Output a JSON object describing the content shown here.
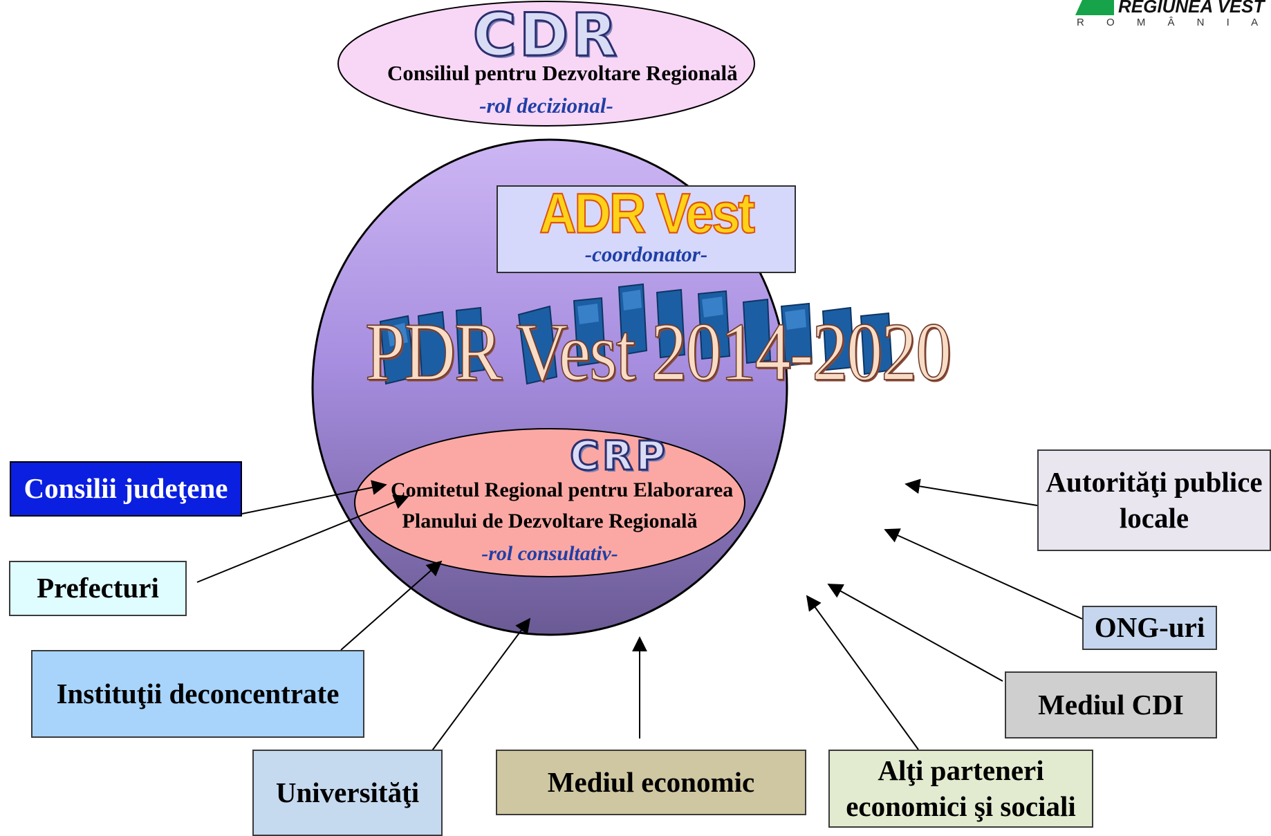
{
  "logo": {
    "name": "REGIUNEA VEST",
    "country": "R O M Â N I A",
    "color": "#16a34a"
  },
  "cdr": {
    "acronym": "CDR",
    "full_name": "Consiliul pentru Dezvoltare Regională",
    "role": "-rol decizional-"
  },
  "adr": {
    "title": "ADR Vest",
    "role": "-coordonator-"
  },
  "pdr": {
    "title": "PDR Vest 2014-2020"
  },
  "crp": {
    "acronym": "CRP",
    "line1": "Comitetul Regional pentru Elaborarea",
    "line2": "Planului de Dezvoltare Regională",
    "role": "-rol consultativ-"
  },
  "partners": {
    "consilii": "Consilii judeţene",
    "prefecturi": "Prefecturi",
    "institutii": "Instituţii deconcentrate",
    "universitati": "Universităţi",
    "mediul_economic": "Mediul economic",
    "alti_line1": "Alţi parteneri",
    "alti_line2": "economici şi sociali",
    "mediul_cdi": "Mediul CDI",
    "ong": "ONG-uri",
    "autoritati_line1": "Autorităţi publice",
    "autoritati_line2": "locale"
  },
  "colors": {
    "consilii_bg": "#0a1fe0",
    "prefecturi_bg": "#dffcff",
    "institutii_bg": "#a8d4fb",
    "universitati_bg": "#c5d9ef",
    "economic_bg": "#cfc7a1",
    "alti_bg": "#e2ebcf",
    "cdi_bg": "#cfcfcf",
    "ong_bg": "#c5d6ee",
    "autoritati_bg": "#e9e6f0"
  }
}
